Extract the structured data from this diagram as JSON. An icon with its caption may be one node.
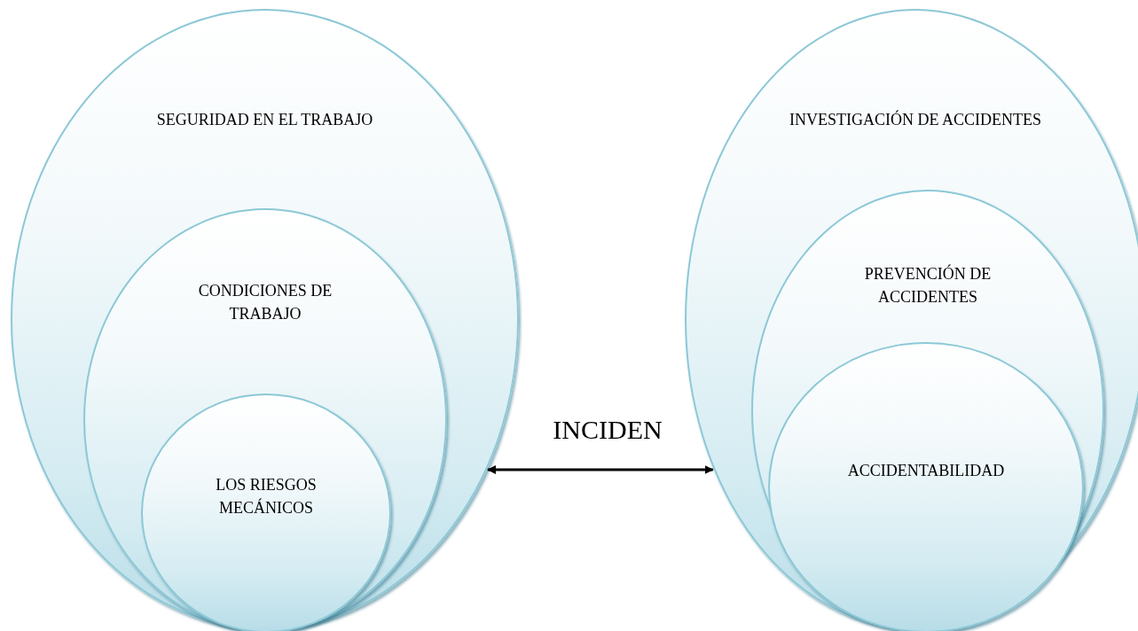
{
  "diagram": {
    "nodes": [
      {
        "text": [
          "SEGURIDAD EN EL TRABAJO"
        ]
      },
      {
        "text": [
          "CONDICIONES DE TRABAJO"
        ],
        "in": 0
      },
      {
        "text": [
          "LOS RIESGOS MECÁNICOS"
        ],
        "in": 1
      },
      {
        "text": [
          "INVESTIGACIÓN DE ACCIDENTES"
        ]
      },
      {
        "text": [
          "PREVENCIÓN DE ACCIDENTES"
        ],
        "in": 3
      },
      {
        "text": [
          "ACCIDENTABILIDAD"
        ],
        "in": 4
      }
    ],
    "edges": [
      {
        "from": 0,
        "to": 3,
        "arrow": "both",
        "label": "INCIDEN"
      }
    ]
  }
}
